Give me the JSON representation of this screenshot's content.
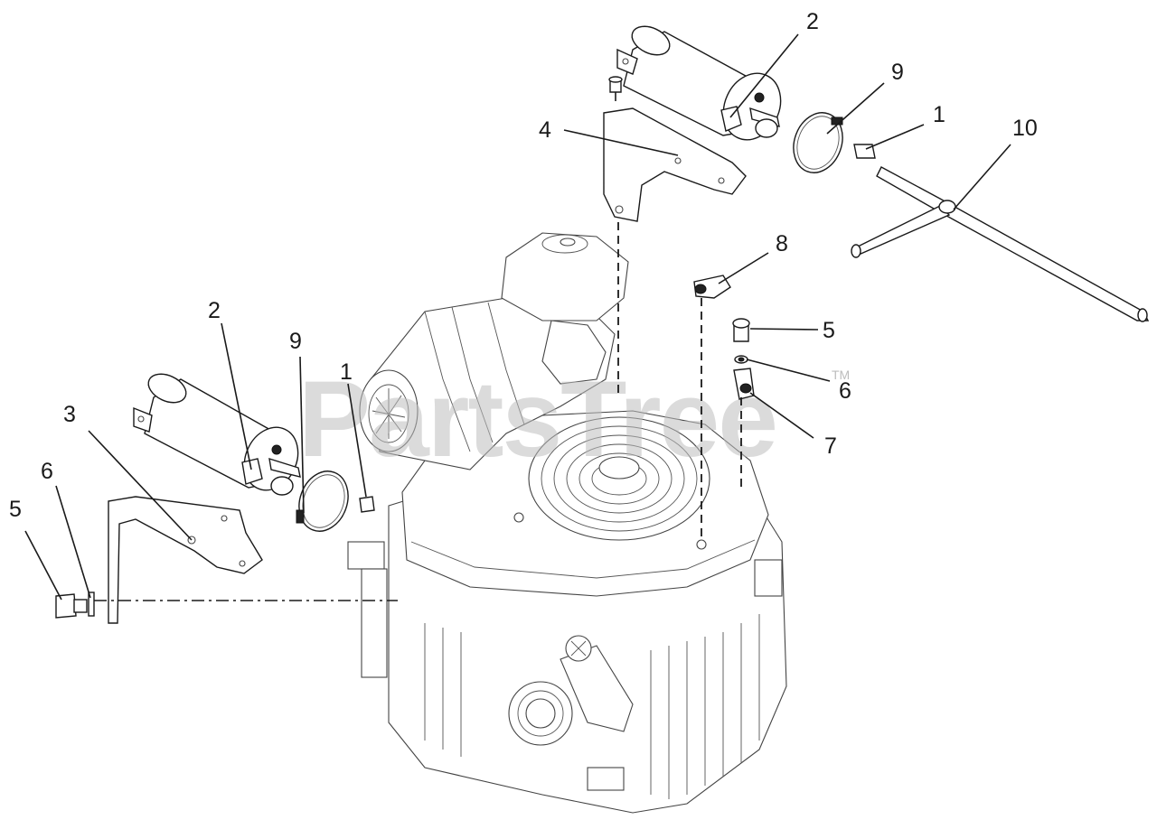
{
  "watermark": {
    "text": "PartsTree",
    "trademark": "TM"
  },
  "callouts": [
    {
      "id": "c-2-top",
      "label": "2"
    },
    {
      "id": "c-9-top",
      "label": "9"
    },
    {
      "id": "c-1-top",
      "label": "1"
    },
    {
      "id": "c-10",
      "label": "10"
    },
    {
      "id": "c-4",
      "label": "4"
    },
    {
      "id": "c-8",
      "label": "8"
    },
    {
      "id": "c-5-right",
      "label": "5"
    },
    {
      "id": "c-6-right",
      "label": "6"
    },
    {
      "id": "c-7",
      "label": "7"
    },
    {
      "id": "c-2-left",
      "label": "2"
    },
    {
      "id": "c-9-left",
      "label": "9"
    },
    {
      "id": "c-1-left",
      "label": "1"
    },
    {
      "id": "c-3",
      "label": "3"
    },
    {
      "id": "c-6-left",
      "label": "6"
    },
    {
      "id": "c-5-left",
      "label": "5"
    }
  ]
}
